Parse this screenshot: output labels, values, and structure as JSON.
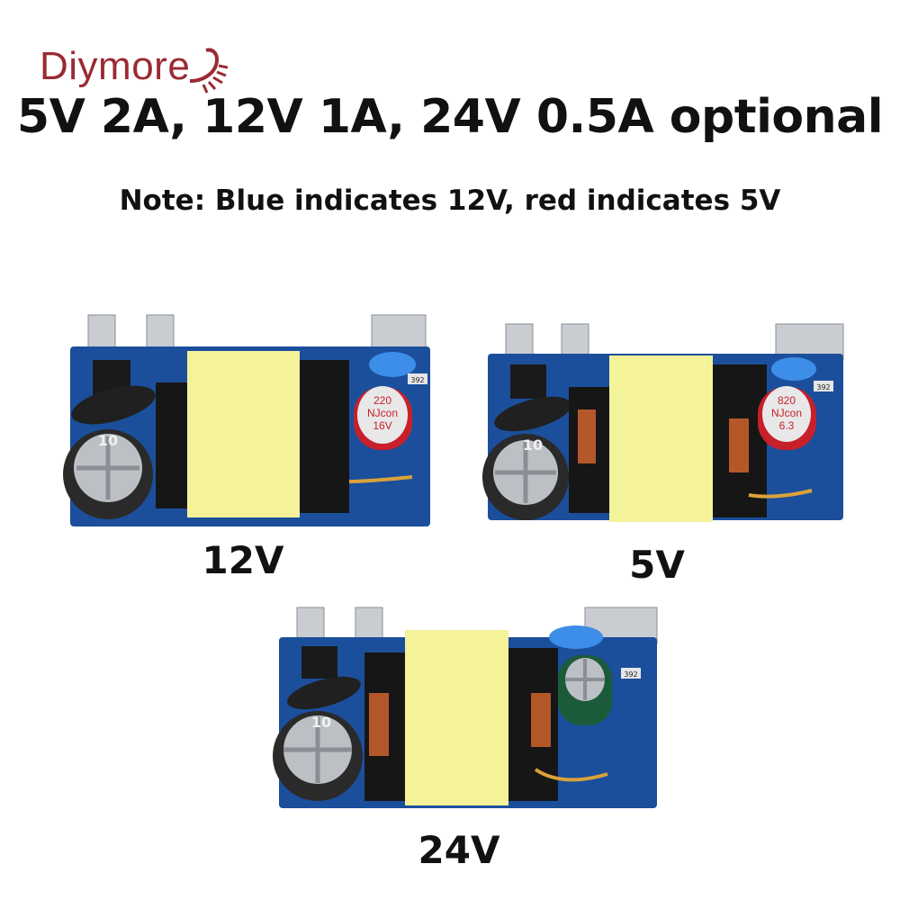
{
  "brand": {
    "name": "Diymore",
    "color": "#9b2a33"
  },
  "headline": "5V 2A, 12V 1A, 24V 0.5A optional",
  "note": "Note: Blue indicates 12V, red indicates 5V",
  "boards": [
    {
      "label": "12V",
      "cap_small": [
        "220",
        "NJcon",
        "16V"
      ],
      "cap_small_color": "#c8202a",
      "cap_large": "10",
      "resistor_code": "392"
    },
    {
      "label": "5V",
      "cap_small": [
        "820",
        "NJcon",
        "6.3"
      ],
      "cap_small_color": "#c8202a",
      "cap_large": "10",
      "resistor_code": "392"
    },
    {
      "label": "24V",
      "cap_small": [
        "",
        "",
        ""
      ],
      "cap_small_color": "#1c5b3a",
      "cap_large": "10",
      "resistor_code": "392"
    }
  ],
  "pcb_color": "#1b4f9c",
  "transformer_color": "#f4f39a"
}
